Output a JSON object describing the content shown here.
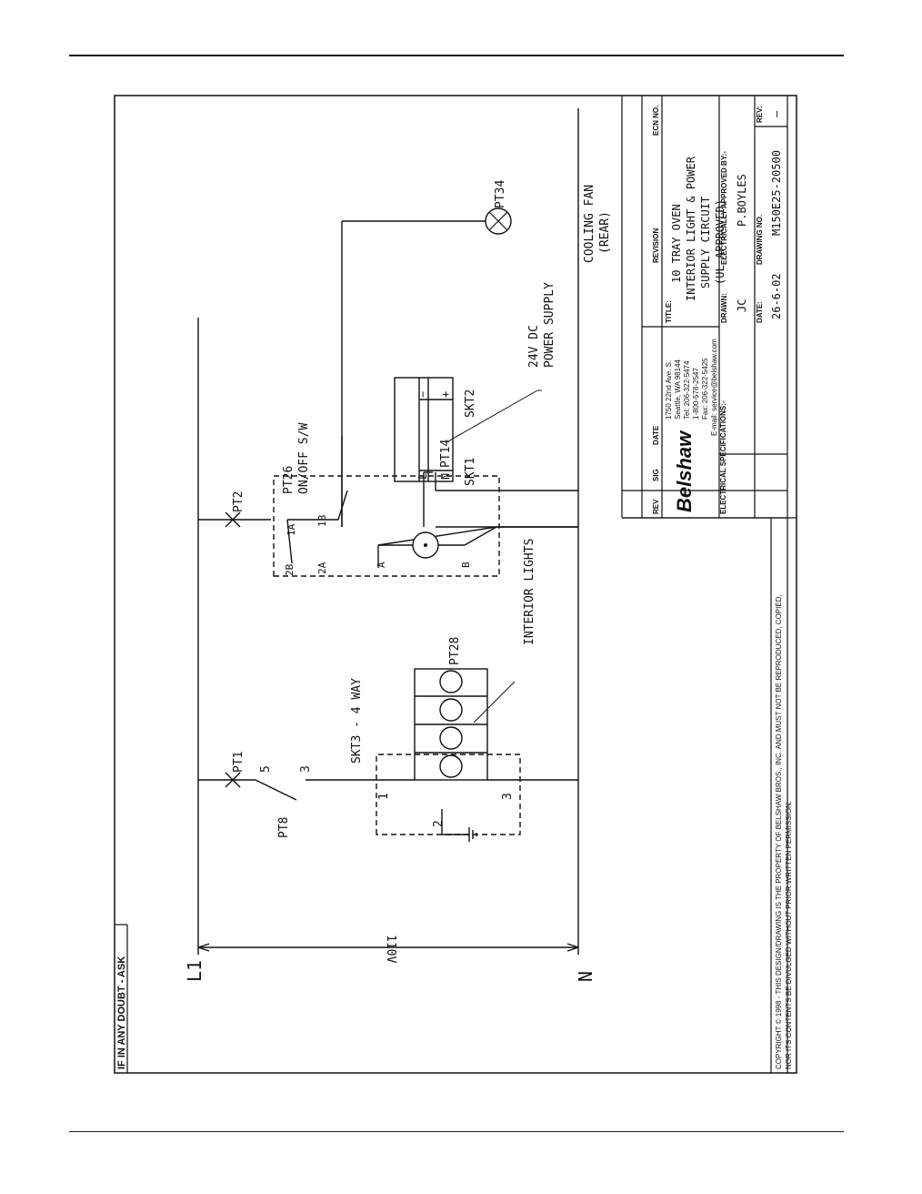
{
  "frame": {
    "corner_note": "IF IN ANY DOUBT - ASK"
  },
  "schematic": {
    "line_label": "L1",
    "neutral_label": "N",
    "voltage_label": "110V",
    "components": {
      "pt1": "PT1",
      "pt2": "PT2",
      "pt8": "PT8",
      "pt14": "PT14",
      "pt28": "PT28",
      "pt34": "PT34",
      "pt26": "PT26",
      "pt26_desc": "ON/OFF S/W",
      "skt1": "SKT1",
      "skt2": "SKT2",
      "skt3": "SKT3 - 4 WAY"
    },
    "labels": {
      "interior_lights": "INTERIOR LIGHTS",
      "power_supply_1": "24V DC",
      "power_supply_2": "POWER SUPPLY",
      "cooling_fan_1": "COOLING FAN",
      "cooling_fan_2": "(REAR)"
    },
    "terminals": {
      "t5": "5",
      "t3": "3",
      "skt3_1": "1",
      "skt3_2": "2",
      "skt3_3": "3",
      "sw_1a": "1A",
      "sw_1b": "1B",
      "sw_2a": "2A",
      "sw_2b": "2B",
      "motor_a": "A",
      "motor_b": "B",
      "ps_l": "L",
      "ps_n": "N",
      "ps_minus": "−",
      "ps_plus": "+"
    }
  },
  "title_block": {
    "headers": {
      "rev": "REV",
      "sig": "SIG",
      "date": "DATE",
      "revision": "REVISION",
      "ecn": "ECN NO."
    },
    "company": {
      "logo": "Belshaw",
      "address": [
        "1750 22nd Ave. S.",
        "Seattle, WA 98144",
        "Tel: 206-322-5474",
        "1-800-578-2547",
        "Fax: 206-322-5425",
        "E-mail: service@belshaw.com"
      ]
    },
    "electrical_specs_label": "ELECTRICAL SPECIFICATIONS:-",
    "title_label": "TITLE:",
    "title_lines": [
      "10 TRAY OVEN",
      "INTERIOR LIGHT & POWER",
      "SUPPLY CIRCUIT",
      "(UL APPROVED)"
    ],
    "drawn_label": "DRAWN:",
    "drawn_value": "JC",
    "approved_label": "ELECTRICALLY APPROVED BY:-",
    "approved_value": "P.BOYLES",
    "date_label": "DATE:",
    "date_value": "26-6-02",
    "drawing_no_label": "DRAWING NO.",
    "drawing_no_value": "M150E25-20500",
    "rev_label": "REV:",
    "rev_value": "—"
  },
  "copyright": {
    "line1": "COPYRIGHT © 1998 - THIS DESIGN/DRAWING IS THE PROPERTY OF BELSHAW BROS., INC. AND MUST NOT BE REPRODUCED, COPIED,",
    "line2": "NOR ITS CONTENTS BE DIVULGED WITHOUT PRIOR WRITTEN PERMISSION."
  }
}
